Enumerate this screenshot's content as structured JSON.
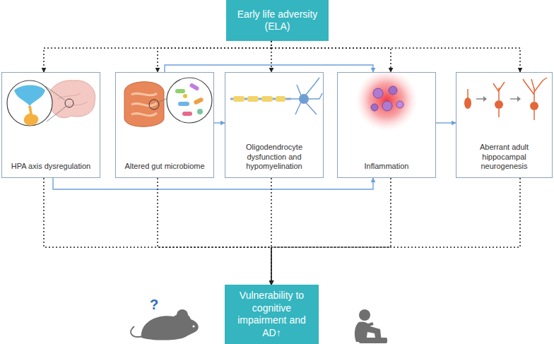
{
  "diagram": {
    "nodes": [
      {
        "text": [
          "Early life adversity (ELA)"
        ]
      },
      {
        "text": [
          "HPA axis dysregulation"
        ]
      },
      {
        "text": [
          "Altered gut microbiome"
        ]
      },
      {
        "text": [
          "Oligodendrocyte dysfunction and hypomyelination"
        ]
      },
      {
        "text": [
          "Inflammation"
        ]
      },
      {
        "text": [
          "Aberrant adult hippocampal neurogenesis"
        ]
      },
      {
        "text": [
          "Vulnerability to cognitive impairment and AD↑"
        ]
      }
    ],
    "edges": [
      {
        "from": 0,
        "to": 1,
        "arrow": "to"
      },
      {
        "from": 0,
        "to": 2,
        "arrow": "to"
      },
      {
        "from": 0,
        "to": 3,
        "arrow": "to"
      },
      {
        "from": 0,
        "to": 4,
        "arrow": "to"
      },
      {
        "from": 0,
        "to": 5,
        "arrow": "to"
      },
      {
        "from": 2,
        "to": 4,
        "arrow": "to"
      },
      {
        "from": 2,
        "to": 3,
        "arrow": "to"
      },
      {
        "from": 4,
        "to": 5,
        "arrow": "to"
      },
      {
        "from": 1,
        "to": 4,
        "arrow": "to"
      },
      {
        "from": 1,
        "to": 6,
        "arrow": "to"
      },
      {
        "from": 2,
        "to": 6,
        "arrow": "to"
      },
      {
        "from": 3,
        "to": 6,
        "arrow": "to"
      },
      {
        "from": 4,
        "to": 6,
        "arrow": "to"
      },
      {
        "from": 5,
        "to": 6,
        "arrow": "to"
      }
    ],
    "labels": [
      "?"
    ]
  }
}
